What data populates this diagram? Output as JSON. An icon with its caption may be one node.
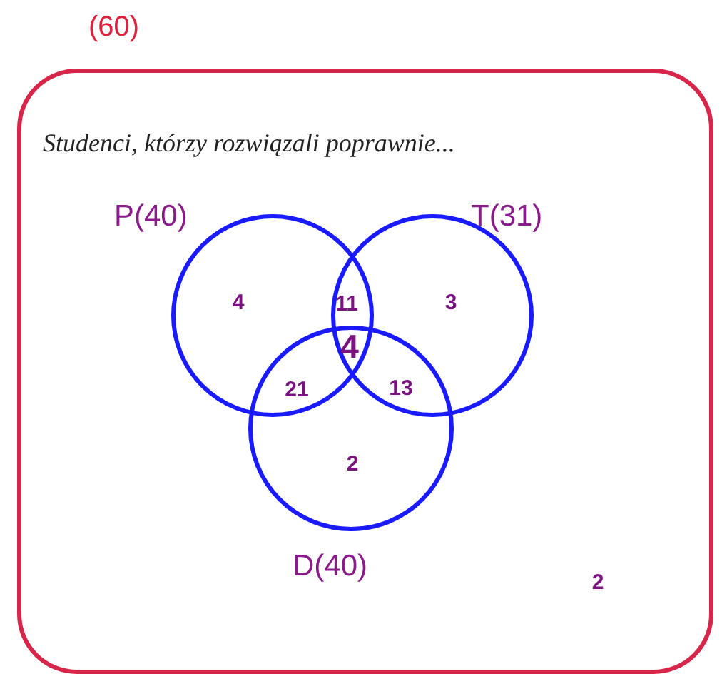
{
  "diagram": {
    "nodes": [
      {
        "text": [
          "(60)",
          "Studenci, którzy rozwiązali poprawnie..."
        ]
      },
      {
        "text": [
          "P(40)"
        ],
        "in": 0
      },
      {
        "text": [
          "T(31)"
        ],
        "in": 0
      },
      {
        "text": [
          "D(40)"
        ],
        "in": 0
      }
    ],
    "edges": [],
    "labels": [
      "4",
      "11",
      "3",
      "4",
      "21",
      "13",
      "2",
      "2"
    ]
  }
}
